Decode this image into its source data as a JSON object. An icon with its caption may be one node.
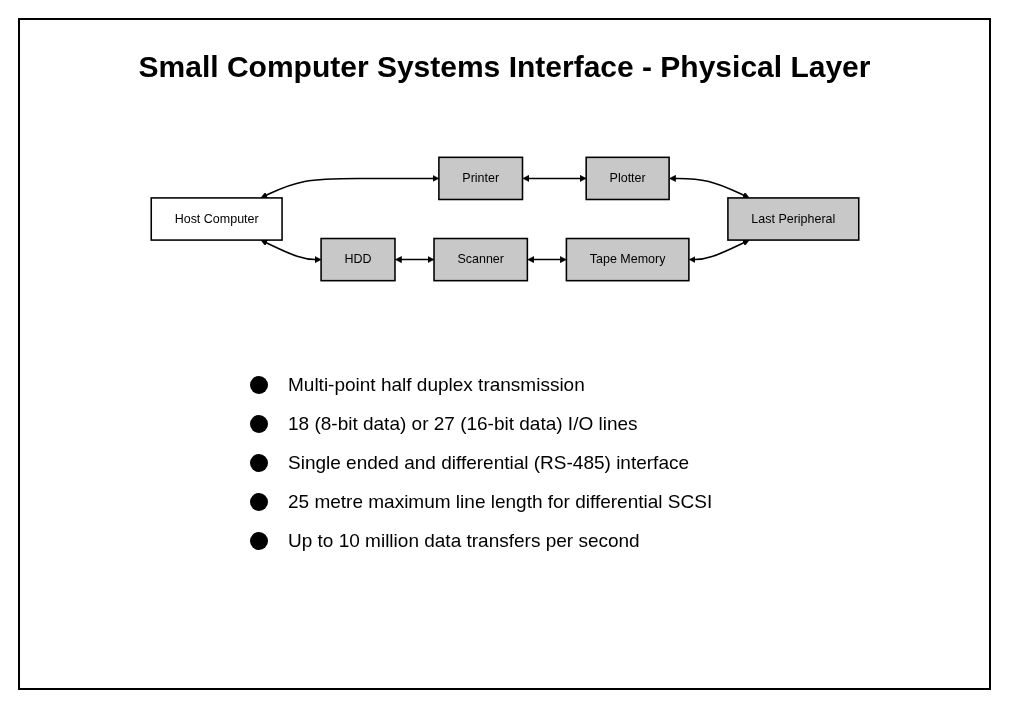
{
  "diagram": {
    "title": "Small Computer Systems Interface - Physical Layer",
    "nodes": [
      {
        "text": [
          "Host Computer"
        ]
      },
      {
        "text": [
          "Printer"
        ]
      },
      {
        "text": [
          "Plotter"
        ]
      },
      {
        "text": [
          "Last Peripheral"
        ]
      },
      {
        "text": [
          "HDD"
        ]
      },
      {
        "text": [
          "Scanner"
        ]
      },
      {
        "text": [
          "Tape Memory"
        ]
      }
    ],
    "edges": [
      {
        "from": 0,
        "to": 1,
        "arrow": "both"
      },
      {
        "from": 1,
        "to": 2,
        "arrow": "both"
      },
      {
        "from": 2,
        "to": 3,
        "arrow": "both"
      },
      {
        "from": 0,
        "to": 4,
        "arrow": "both"
      },
      {
        "from": 4,
        "to": 5,
        "arrow": "both"
      },
      {
        "from": 5,
        "to": 6,
        "arrow": "both"
      },
      {
        "from": 6,
        "to": 3,
        "arrow": "both"
      }
    ],
    "labels": [
      "Multi-point half duplex transmission",
      "18 (8-bit data) or 27 (16-bit data) I/O lines",
      "Single ended and differential (RS-485) interface",
      "25 metre maximum line length for differential SCSI",
      "Up to 10 million data transfers per second"
    ]
  }
}
